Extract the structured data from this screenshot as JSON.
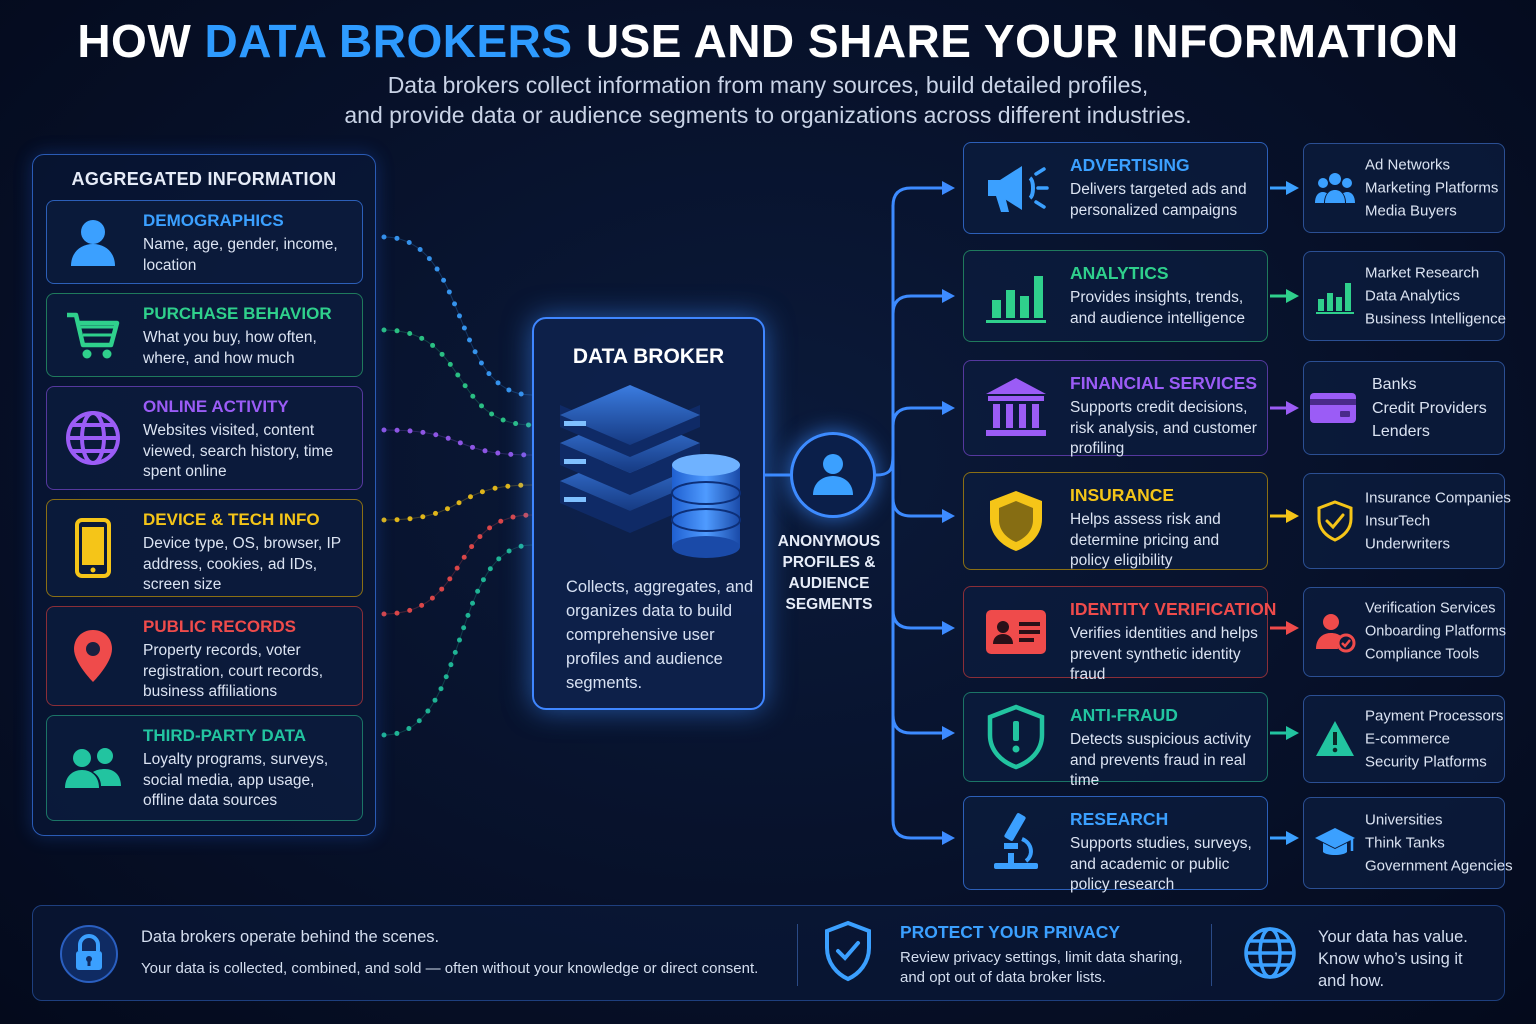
{
  "header": {
    "title_pre": "HOW ",
    "title_highlight": "DATA BROKERS",
    "title_post": " USE AND SHARE YOUR INFORMATION",
    "subtitle_line1": "Data brokers collect information from many sources, build detailed profiles,",
    "subtitle_line2": "and provide data or audience segments to organizations across different industries."
  },
  "sources": {
    "title": "AGGREGATED INFORMATION",
    "items": [
      {
        "title": "DEMOGRAPHICS",
        "desc": "Name, age, gender, income, location",
        "icon": "person-icon",
        "color": "#3ba0ff"
      },
      {
        "title": "PURCHASE BEHAVIOR",
        "desc": "What you buy, how often, where, and how much",
        "icon": "shopping-cart-icon",
        "color": "#2fd08c"
      },
      {
        "title": "ONLINE ACTIVITY",
        "desc": "Websites visited, content viewed, search history, time spent online",
        "icon": "globe-icon",
        "color": "#9b5cf6"
      },
      {
        "title": "DEVICE & TECH INFO",
        "desc": "Device type, OS, browser, IP address, cookies, ad IDs, screen size",
        "icon": "smartphone-icon",
        "color": "#f5c518"
      },
      {
        "title": "PUBLIC RECORDS",
        "desc": "Property records, voter registration, court records, business affiliations",
        "icon": "location-pin-icon",
        "color": "#ef4b4b"
      },
      {
        "title": "THIRD-PARTY DATA",
        "desc": "Loyalty programs, surveys, social media, app usage, offline data sources",
        "icon": "people-group-icon",
        "color": "#22c4a0"
      }
    ]
  },
  "broker": {
    "title": "DATA BROKER",
    "desc": "Collects, aggregates, and organizes data to build comprehensive user profiles and audience segments.",
    "icon": "server-database-icon"
  },
  "hub": {
    "label": "ANONYMOUS PROFILES & AUDIENCE SEGMENTS",
    "icon": "user-profile-icon"
  },
  "industries": [
    {
      "title": "ADVERTISING",
      "desc": "Delivers targeted ads and personalized campaigns",
      "icon": "megaphone-icon",
      "color": "#3ba0ff",
      "buyers": [
        "Ad Networks",
        "Marketing Platforms",
        "Media Buyers"
      ],
      "buyer_icon": "people-group-icon"
    },
    {
      "title": "ANALYTICS",
      "desc": "Provides insights, trends, and audience intelligence",
      "icon": "bar-chart-icon",
      "color": "#2fd08c",
      "buyers": [
        "Market Research",
        "Data Analytics",
        "Business Intelligence"
      ],
      "buyer_icon": "bar-chart-icon"
    },
    {
      "title": "FINANCIAL SERVICES",
      "desc": "Supports credit decisions, risk analysis, and customer profiling",
      "icon": "bank-icon",
      "color": "#9b5cf6",
      "buyers": [
        "Banks",
        "Credit Providers",
        "Lenders"
      ],
      "buyer_icon": "credit-card-icon"
    },
    {
      "title": "INSURANCE",
      "desc": "Helps assess risk and determine pricing and policy eligibility",
      "icon": "shield-icon",
      "color": "#f5c518",
      "buyers": [
        "Insurance Companies",
        "InsurTech",
        "Underwriters"
      ],
      "buyer_icon": "shield-check-icon"
    },
    {
      "title": "IDENTITY VERIFICATION",
      "desc": "Verifies identities and helps prevent synthetic identity fraud",
      "icon": "id-card-icon",
      "color": "#ef4b4b",
      "buyers": [
        "Verification Services",
        "Onboarding Platforms",
        "Compliance Tools"
      ],
      "buyer_icon": "user-check-icon"
    },
    {
      "title": "ANTI-FRAUD",
      "desc": "Detects suspicious activity and prevents fraud in real time",
      "icon": "shield-alert-icon",
      "color": "#22c4a0",
      "buyers": [
        "Payment Processors",
        "E-commerce",
        "Security Platforms"
      ],
      "buyer_icon": "warning-icon"
    },
    {
      "title": "RESEARCH",
      "desc": "Supports studies, surveys, and academic or public policy research",
      "icon": "microscope-icon",
      "color": "#3ba0ff",
      "buyers": [
        "Universities",
        "Think Tanks",
        "Government Agencies"
      ],
      "buyer_icon": "graduation-cap-icon"
    }
  ],
  "footer": {
    "left_line1": "Data brokers operate behind the scenes.",
    "left_line2": "Your data is collected, combined, and sold — often without your knowledge or direct consent.",
    "middle_title": "PROTECT YOUR PRIVACY",
    "middle_line1": "Review privacy settings, limit data sharing,",
    "middle_line2": "and opt out of data broker lists.",
    "right_line1": "Your data has value.",
    "right_line2": "Know who’s using it",
    "right_line3": "and how."
  }
}
